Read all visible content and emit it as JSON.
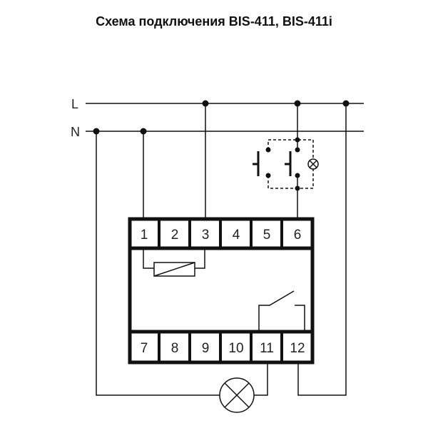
{
  "title": "Схема подключения BIS-411, BIS-411i",
  "lines": {
    "L": "L",
    "N": "N"
  },
  "terminals_top": [
    "1",
    "2",
    "3",
    "4",
    "5",
    "6"
  ],
  "terminals_bottom": [
    "7",
    "8",
    "9",
    "10",
    "11",
    "12"
  ]
}
